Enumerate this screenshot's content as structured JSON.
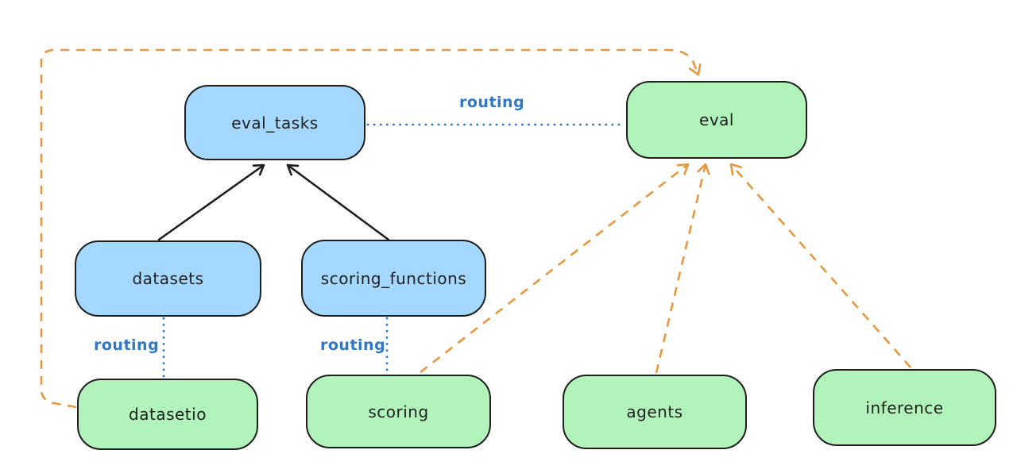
{
  "colors": {
    "background": "#ffffff",
    "node_blue_fill": "#a5d8ff",
    "node_green_fill": "#b2f2bb",
    "node_border": "#1e1e1e",
    "black_arrow": "#1e1e1e",
    "routing_blue": "#2f77c9",
    "orange_dash": "#e8973e"
  },
  "nodes": {
    "eval_tasks": {
      "label": "eval_tasks",
      "kind": "blue"
    },
    "eval": {
      "label": "eval",
      "kind": "green"
    },
    "datasets": {
      "label": "datasets",
      "kind": "blue"
    },
    "scoring_functions": {
      "label": "scoring_functions",
      "kind": "blue"
    },
    "datasetio": {
      "label": "datasetio",
      "kind": "green"
    },
    "scoring": {
      "label": "scoring",
      "kind": "green"
    },
    "agents": {
      "label": "agents",
      "kind": "green"
    },
    "inference": {
      "label": "inference",
      "kind": "green"
    }
  },
  "edge_labels": {
    "routing_eval_tasks_eval": "routing",
    "routing_datasets_datasetio": "routing",
    "routing_scoring_functions_scoring": "routing"
  },
  "edges": [
    {
      "from": "datasets",
      "to": "eval_tasks",
      "style": "solid-black-arrow"
    },
    {
      "from": "scoring_functions",
      "to": "eval_tasks",
      "style": "solid-black-arrow"
    },
    {
      "from": "eval_tasks",
      "to": "eval",
      "style": "dotted-blue",
      "label": "routing"
    },
    {
      "from": "datasets",
      "to": "datasetio",
      "style": "dotted-blue",
      "label": "routing"
    },
    {
      "from": "scoring_functions",
      "to": "scoring",
      "style": "dotted-blue",
      "label": "routing"
    },
    {
      "from": "datasetio",
      "to": "eval",
      "style": "dashed-orange-arrow"
    },
    {
      "from": "scoring",
      "to": "eval",
      "style": "dashed-orange-arrow"
    },
    {
      "from": "agents",
      "to": "eval",
      "style": "dashed-orange-arrow"
    },
    {
      "from": "inference",
      "to": "eval",
      "style": "dashed-orange-arrow"
    }
  ]
}
